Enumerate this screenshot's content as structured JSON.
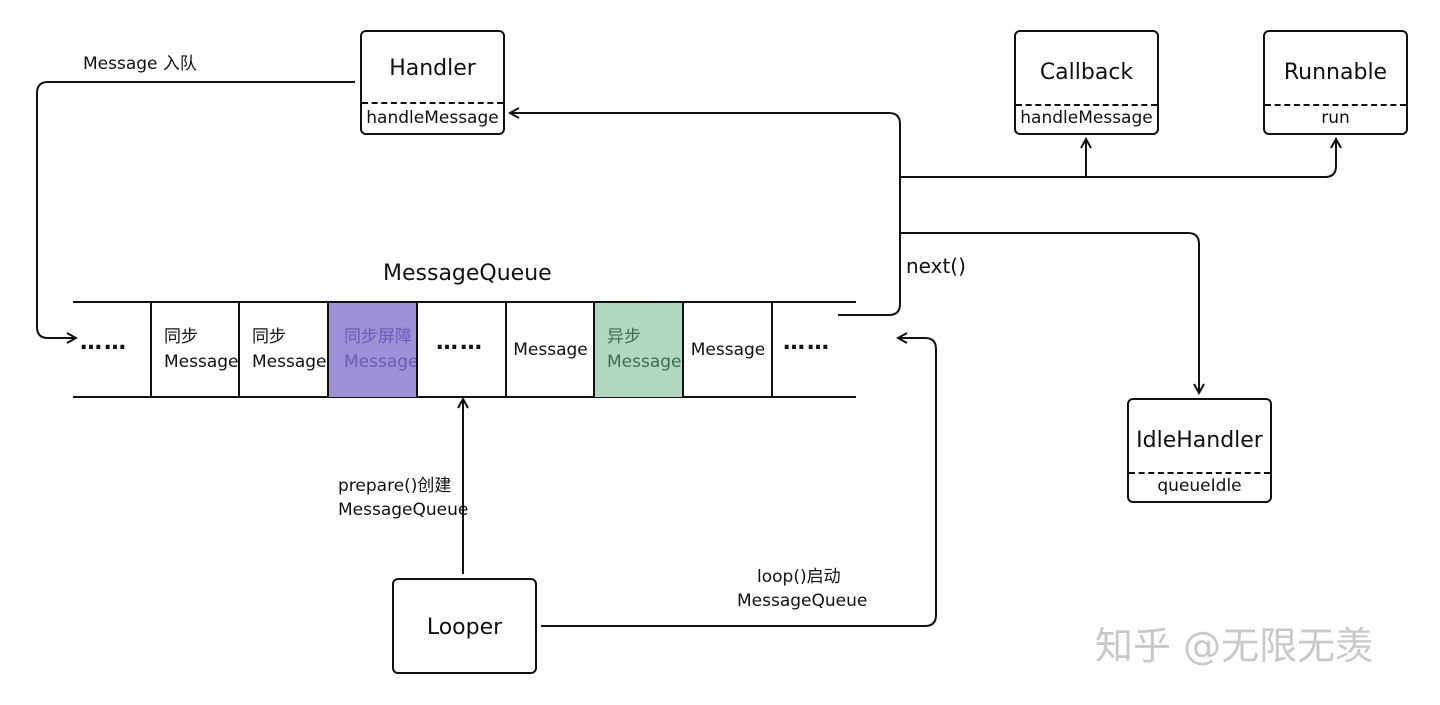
{
  "boxes": {
    "handler": {
      "title": "Handler",
      "method": "handleMessage"
    },
    "callback": {
      "title": "Callback",
      "method": "handleMessage"
    },
    "runnable": {
      "title": "Runnable",
      "method": "run"
    },
    "idle_handler": {
      "title": "IdleHandler",
      "method": "queueIdle"
    },
    "looper": {
      "title": "Looper"
    }
  },
  "queue": {
    "title": "MessageQueue",
    "cells": [
      {
        "line1": "同步",
        "line2": "Message"
      },
      {
        "line1": "同步",
        "line2": "Message"
      },
      {
        "line1": "同步屏障",
        "line2": "Message",
        "color": "#9f8fd8"
      },
      {
        "line1": "",
        "line2": "Message"
      },
      {
        "line1": "异步",
        "line2": "Message",
        "color": "#b2d7c1"
      },
      {
        "line1": "",
        "line2": "Message"
      }
    ],
    "ellipsis": "……"
  },
  "labels": {
    "enqueue": "Message 入队",
    "next": "next()",
    "prepare_l1": "prepare()创建",
    "prepare_l2": "MessageQueue",
    "loop_l1": "loop()启动",
    "loop_l2": "MessageQueue"
  },
  "watermark": "知乎 @无限无羡"
}
